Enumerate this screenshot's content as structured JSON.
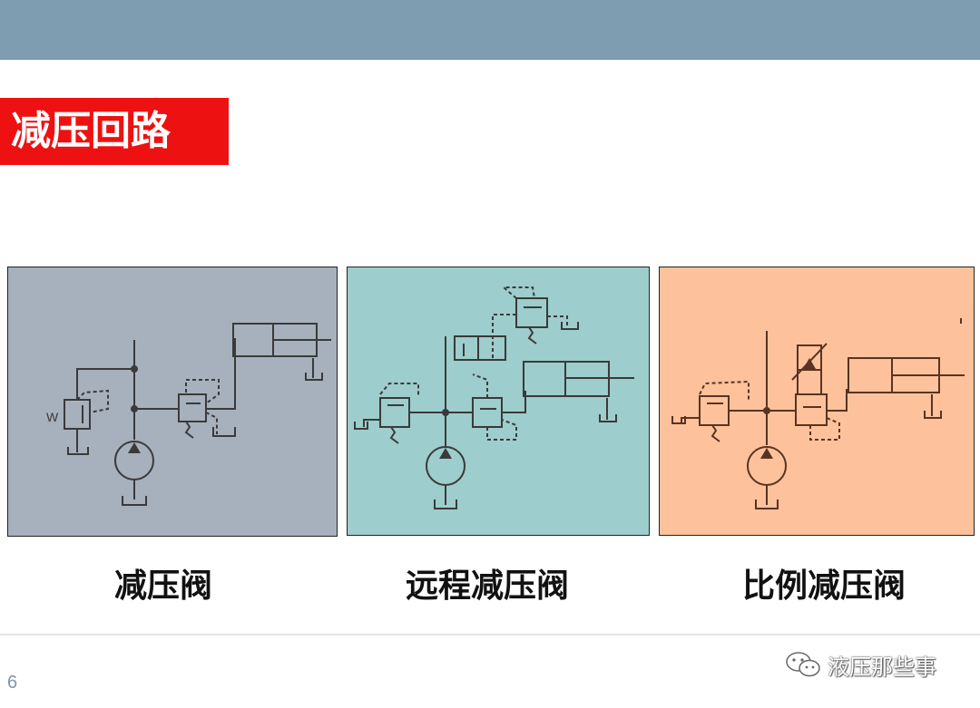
{
  "slide": {
    "title": "减压回路",
    "page_number": "6"
  },
  "panels": [
    {
      "caption": "减压阀",
      "background": "#a7b1bd"
    },
    {
      "caption": "远程减压阀",
      "background": "#9dcdcc"
    },
    {
      "caption": "比例减压阀",
      "background": "#fdc29b"
    }
  ],
  "diagram_labels": {
    "valve_mark": "W"
  },
  "watermark": {
    "text": "液压那些事",
    "icon": "wechat-icon"
  },
  "colors": {
    "top_band": "#7f9db0",
    "title_background": "#ee1111",
    "line_ink": "#3a3a3a"
  }
}
